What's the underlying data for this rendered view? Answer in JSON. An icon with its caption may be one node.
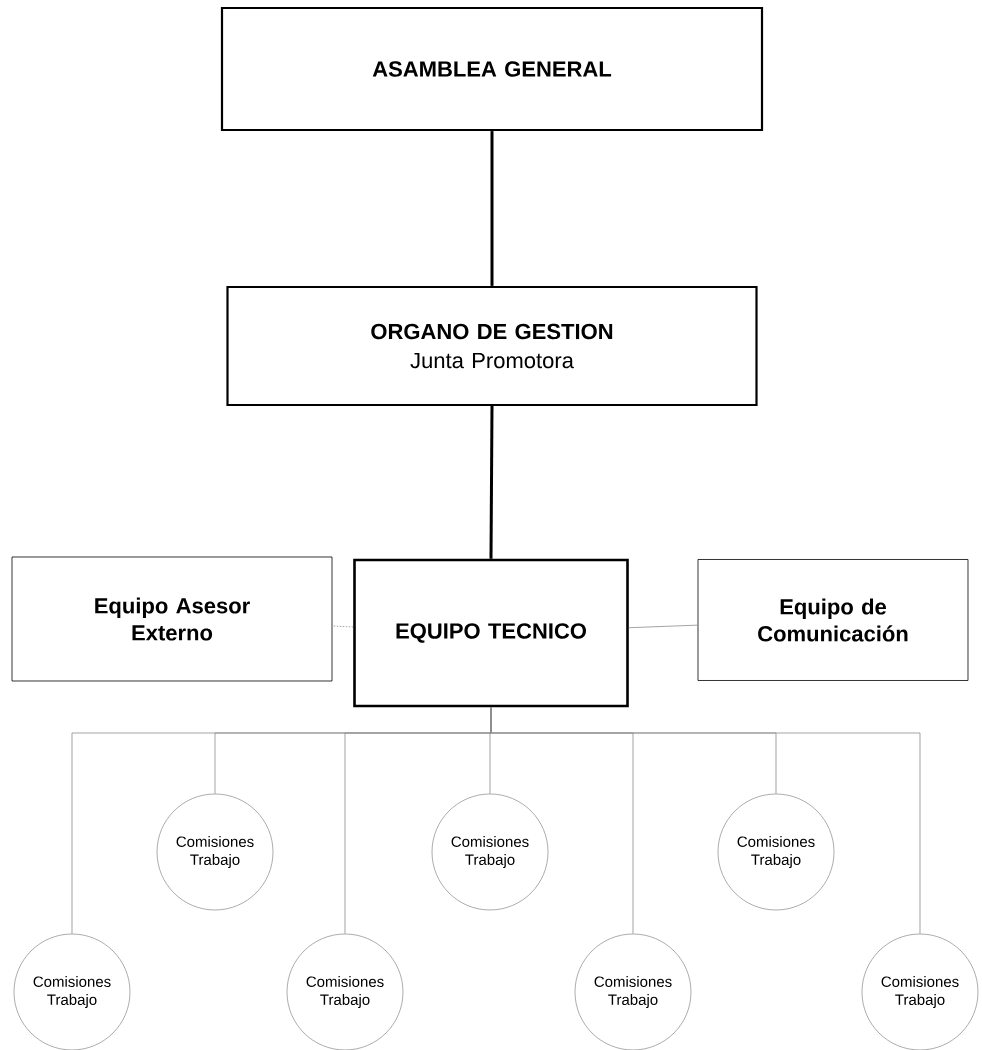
{
  "diagram": {
    "nodes": [
      {
        "text": [
          "ASAMBLEA GENERAL"
        ]
      },
      {
        "text": [
          "ORGANO DE GESTION",
          "Junta Promotora"
        ]
      },
      {
        "text": [
          "Equipo Asesor Externo"
        ]
      },
      {
        "text": [
          "EQUIPO TECNICO"
        ]
      },
      {
        "text": [
          "Equipo de Comunicación"
        ]
      },
      {
        "text": [
          "Comisiones Trabajo"
        ]
      },
      {
        "text": [
          "Comisiones Trabajo"
        ]
      },
      {
        "text": [
          "Comisiones Trabajo"
        ]
      },
      {
        "text": [
          "Comisiones Trabajo"
        ]
      },
      {
        "text": [
          "Comisiones Trabajo"
        ]
      },
      {
        "text": [
          "Comisiones Trabajo"
        ]
      },
      {
        "text": [
          "Comisiones Trabajo"
        ]
      }
    ],
    "edges": [
      {
        "from": 0,
        "to": 1,
        "arrow": "none",
        "style": "thick",
        "color": "#000000"
      },
      {
        "from": 1,
        "to": 3,
        "arrow": "none",
        "style": "thick",
        "color": "#000000"
      },
      {
        "from": 3,
        "to": 2,
        "arrow": "none",
        "style": "dashed"
      },
      {
        "from": 3,
        "to": 4,
        "arrow": "none"
      },
      {
        "from": 3,
        "to": 5,
        "arrow": "none"
      },
      {
        "from": 3,
        "to": 6,
        "arrow": "none"
      },
      {
        "from": 3,
        "to": 7,
        "arrow": "none"
      },
      {
        "from": 3,
        "to": 8,
        "arrow": "none"
      },
      {
        "from": 3,
        "to": 9,
        "arrow": "none"
      },
      {
        "from": 3,
        "to": 10,
        "arrow": "none"
      },
      {
        "from": 3,
        "to": 11,
        "arrow": "none"
      }
    ]
  }
}
